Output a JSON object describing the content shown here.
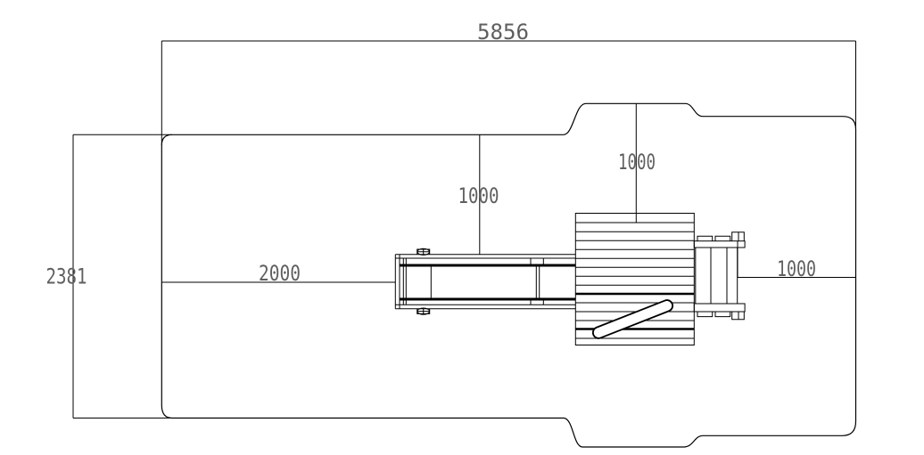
{
  "drawing": {
    "background": "#ffffff",
    "line_color": "#000000",
    "dim_text_color": "#5f5f5f",
    "dimensions": {
      "overall_width": {
        "label": "5856",
        "value": 5856
      },
      "overall_depth": {
        "label": "2381",
        "value": 2381
      },
      "infeed_side_clearance": {
        "label": "2000",
        "value": 2000
      },
      "infeed_front_clearance": {
        "label": "1000",
        "value": 1000
      },
      "machine_front_clearance": {
        "label": "1000",
        "value": 1000
      },
      "outfeed_side_clearance": {
        "label": "1000",
        "value": 1000
      }
    }
  }
}
